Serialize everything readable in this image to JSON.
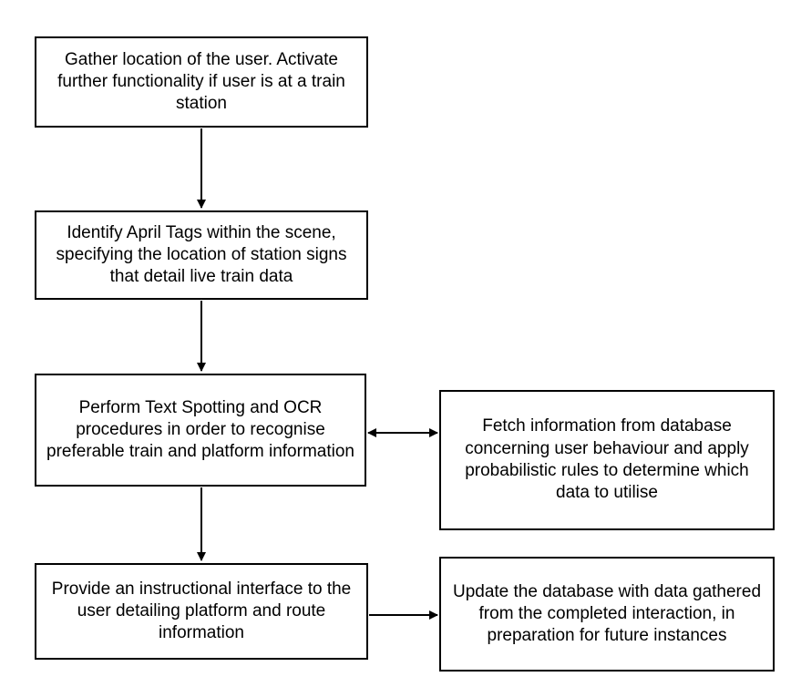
{
  "nodes": {
    "n1": "Gather location of the user. Activate further functionality if user is at a train station",
    "n2": "Identify April Tags within the scene, specifying the location of station signs that detail live train data",
    "n3": "Perform Text Spotting and OCR procedures in order to recognise preferable train and platform information",
    "n4": "Fetch information from database concerning user behaviour and apply probabilistic rules to determine which data to utilise",
    "n5": "Provide an instructional interface to the user detailing platform and route information",
    "n6": "Update the database with data gathered from the completed interaction, in preparation for future instances"
  },
  "edges": [
    {
      "from": "n1",
      "to": "n2",
      "direction": "forward"
    },
    {
      "from": "n2",
      "to": "n3",
      "direction": "forward"
    },
    {
      "from": "n3",
      "to": "n4",
      "direction": "bidirectional"
    },
    {
      "from": "n3",
      "to": "n5",
      "direction": "forward"
    },
    {
      "from": "n5",
      "to": "n6",
      "direction": "forward"
    }
  ],
  "colors": {
    "stroke": "#000000",
    "background": "#ffffff"
  }
}
